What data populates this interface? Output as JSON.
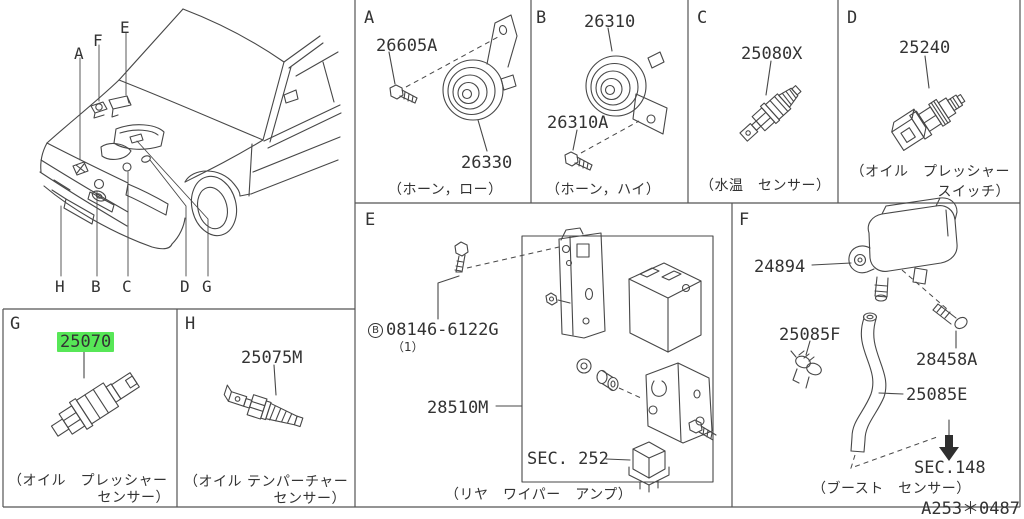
{
  "page": {
    "drawing_code": "A253＊0487"
  },
  "car": {
    "callouts": {
      "A": "A",
      "B": "B",
      "C": "C",
      "D": "D",
      "E": "E",
      "F": "F",
      "G": "G",
      "H": "H"
    }
  },
  "sections": {
    "A": {
      "letter": "A",
      "part_top": "26605A",
      "part_bottom": "26330",
      "caption": "（ホーン，ロー）"
    },
    "B": {
      "letter": "B",
      "part_top": "26310",
      "part_bottom": "26310A",
      "caption": "（ホーン，ハイ）"
    },
    "C": {
      "letter": "C",
      "part": "25080X",
      "caption": "（水温　センサー）"
    },
    "D": {
      "letter": "D",
      "part": "25240",
      "caption_line1": "（オイル　プレッシャー",
      "caption_line2": "スイッチ）"
    },
    "E": {
      "letter": "E",
      "bolt_marker": "B",
      "bolt_part": "08146-6122G",
      "bolt_qty": "（1）",
      "part": "28510M",
      "sec_ref": "SEC. 252",
      "caption": "（リヤ　ワイパー　アンプ）"
    },
    "F": {
      "letter": "F",
      "part_sensor": "24894",
      "part_clip": "25085F",
      "part_bolt": "28458A",
      "part_hose": "25085E",
      "sec_ref": "SEC.148",
      "caption": "（ブースト　センサー）"
    },
    "G": {
      "letter": "G",
      "part": "25070",
      "highlight_color": "#57e757",
      "caption_line1": "（オイル　プレッシャー",
      "caption_line2": "センサー）"
    },
    "H": {
      "letter": "H",
      "part": "25075M",
      "caption_line1": "（オイル テンパーチャー",
      "caption_line2": "センサー）"
    }
  }
}
